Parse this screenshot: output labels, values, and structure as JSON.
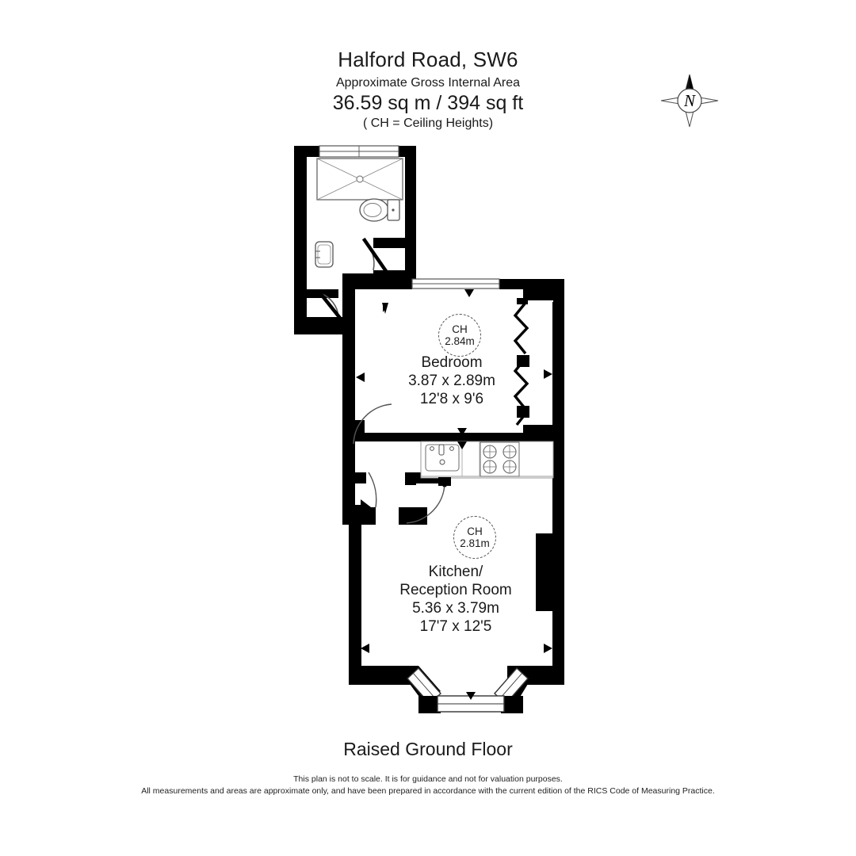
{
  "header": {
    "title": "Halford Road, SW6",
    "subtitle": "Approximate Gross Internal Area",
    "area": "36.59 sq m / 394 sq ft",
    "note": "( CH = Ceiling Heights)"
  },
  "compass": {
    "label": "N",
    "name": "compass-rose"
  },
  "plan": {
    "floor_title": "Raised Ground Floor",
    "wall_color": "#000000",
    "fixture_color": "#555555",
    "rooms": [
      {
        "id": "bedroom",
        "name": "Bedroom",
        "dim_metric": "3.87 x 2.89m",
        "dim_imperial": "12'8 x 9'6",
        "ceiling_label": "CH",
        "ceiling_height": "2.84m"
      },
      {
        "id": "kitchen-reception",
        "name_line1": "Kitchen/",
        "name_line2": "Reception Room",
        "dim_metric": "5.36 x 3.79m",
        "dim_imperial": "17'7 x 12'5",
        "ceiling_label": "CH",
        "ceiling_height": "2.81m"
      }
    ],
    "fixtures": [
      "shower-tray",
      "toilet",
      "wash-basin",
      "kitchen-sink",
      "hob-four-burner",
      "wardrobe-bifold-doors"
    ],
    "openings": [
      "entrance-door",
      "bathroom-door",
      "cupboard-door",
      "bedroom-door",
      "reception-door",
      "bay-window",
      "bathroom-window",
      "bedroom-window"
    ]
  },
  "footer": {
    "line1": "This plan is not to scale. It is for guidance and not for valuation purposes.",
    "line2": "All measurements and areas are approximate only, and have been prepared in accordance with the current edition of the RICS Code of Measuring Practice."
  }
}
